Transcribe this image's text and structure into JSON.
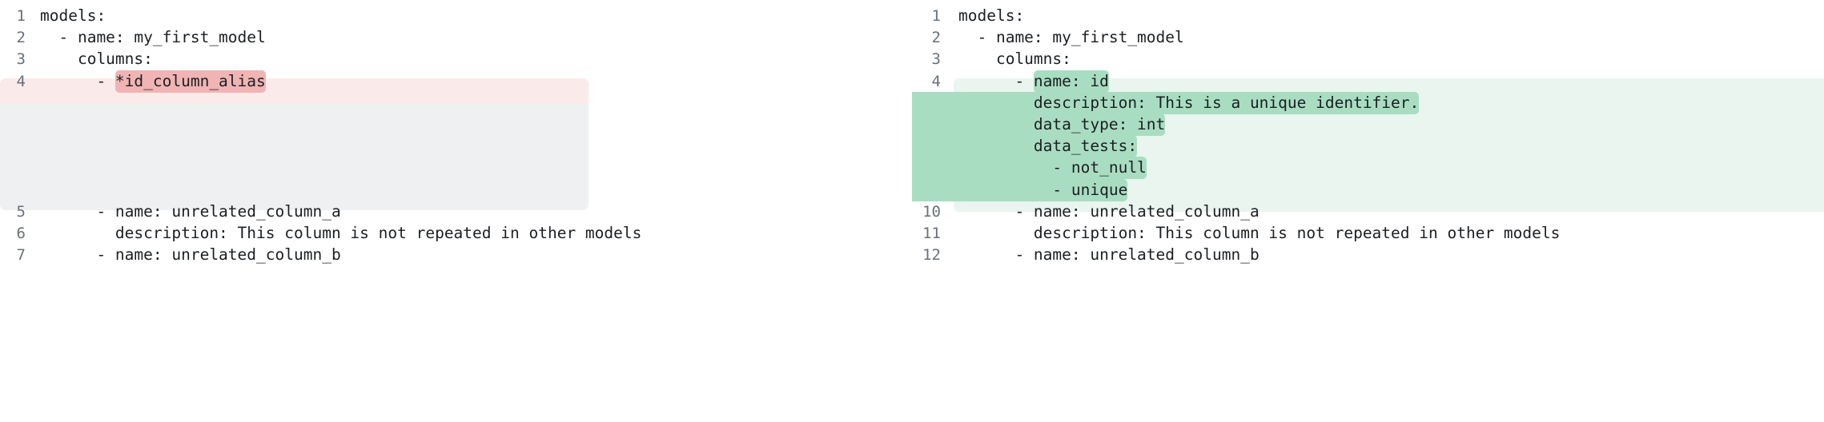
{
  "view": {
    "type": "side-by-side-diff",
    "language": "yaml",
    "colors": {
      "deleted_row_band": "#fbeaea",
      "deleted_inline_highlight": "#f0b4b4",
      "added_row_band": "#e9f5ee",
      "added_inline_highlight": "#a9ddc2",
      "filler_block": "#eef0f1",
      "line_number": "#68707b",
      "code_text": "#1b1f23",
      "background": "#ffffff"
    }
  },
  "left_pane": {
    "name": "before",
    "lines": [
      {
        "no": "1",
        "before": "models:",
        "highlight": "",
        "after": "",
        "state": "context"
      },
      {
        "no": "2",
        "before": "  - name: my_first_model",
        "highlight": "",
        "after": "",
        "state": "context"
      },
      {
        "no": "3",
        "before": "    columns:",
        "highlight": "",
        "after": "",
        "state": "context"
      },
      {
        "no": "4",
        "before": "      - ",
        "highlight": "*id_column_alias",
        "after": "",
        "state": "deleted"
      },
      {
        "no": "",
        "before": "",
        "highlight": "",
        "after": "",
        "state": "filler"
      },
      {
        "no": "",
        "before": "",
        "highlight": "",
        "after": "",
        "state": "filler"
      },
      {
        "no": "",
        "before": "",
        "highlight": "",
        "after": "",
        "state": "filler"
      },
      {
        "no": "",
        "before": "",
        "highlight": "",
        "after": "",
        "state": "filler"
      },
      {
        "no": "",
        "before": "",
        "highlight": "",
        "after": "",
        "state": "filler"
      },
      {
        "no": "5",
        "before": "      - name: unrelated_column_a",
        "highlight": "",
        "after": "",
        "state": "context"
      },
      {
        "no": "6",
        "before": "        description: This column is not repeated in other models",
        "highlight": "",
        "after": "",
        "state": "context"
      },
      {
        "no": "7",
        "before": "      - name: unrelated_column_b",
        "highlight": "",
        "after": "",
        "state": "context"
      }
    ]
  },
  "right_pane": {
    "name": "after",
    "lines": [
      {
        "no": "1",
        "before": "models:",
        "highlight": "",
        "after": "",
        "state": "context"
      },
      {
        "no": "2",
        "before": "  - name: my_first_model",
        "highlight": "",
        "after": "",
        "state": "context"
      },
      {
        "no": "3",
        "before": "    columns:",
        "highlight": "",
        "after": "",
        "state": "context"
      },
      {
        "no": "4",
        "before": "      - ",
        "highlight": "name: id",
        "after": "",
        "state": "added"
      },
      {
        "no": "5",
        "before": "",
        "highlight": "        description: This is a unique identifier.",
        "after": "",
        "state": "added"
      },
      {
        "no": "6",
        "before": "",
        "highlight": "        data_type: int",
        "after": "",
        "state": "added"
      },
      {
        "no": "7",
        "before": "",
        "highlight": "        data_tests:",
        "after": "",
        "state": "added"
      },
      {
        "no": "8",
        "before": "",
        "highlight": "          - not_null",
        "after": "",
        "state": "added"
      },
      {
        "no": "9",
        "before": "",
        "highlight": "          - unique",
        "after": "",
        "state": "added"
      },
      {
        "no": "10",
        "before": "      - name: unrelated_column_a",
        "highlight": "",
        "after": "",
        "state": "context"
      },
      {
        "no": "11",
        "before": "        description: This column is not repeated in other models",
        "highlight": "",
        "after": "",
        "state": "context"
      },
      {
        "no": "12",
        "before": "      - name: unrelated_column_b",
        "highlight": "",
        "after": "",
        "state": "context"
      }
    ]
  }
}
